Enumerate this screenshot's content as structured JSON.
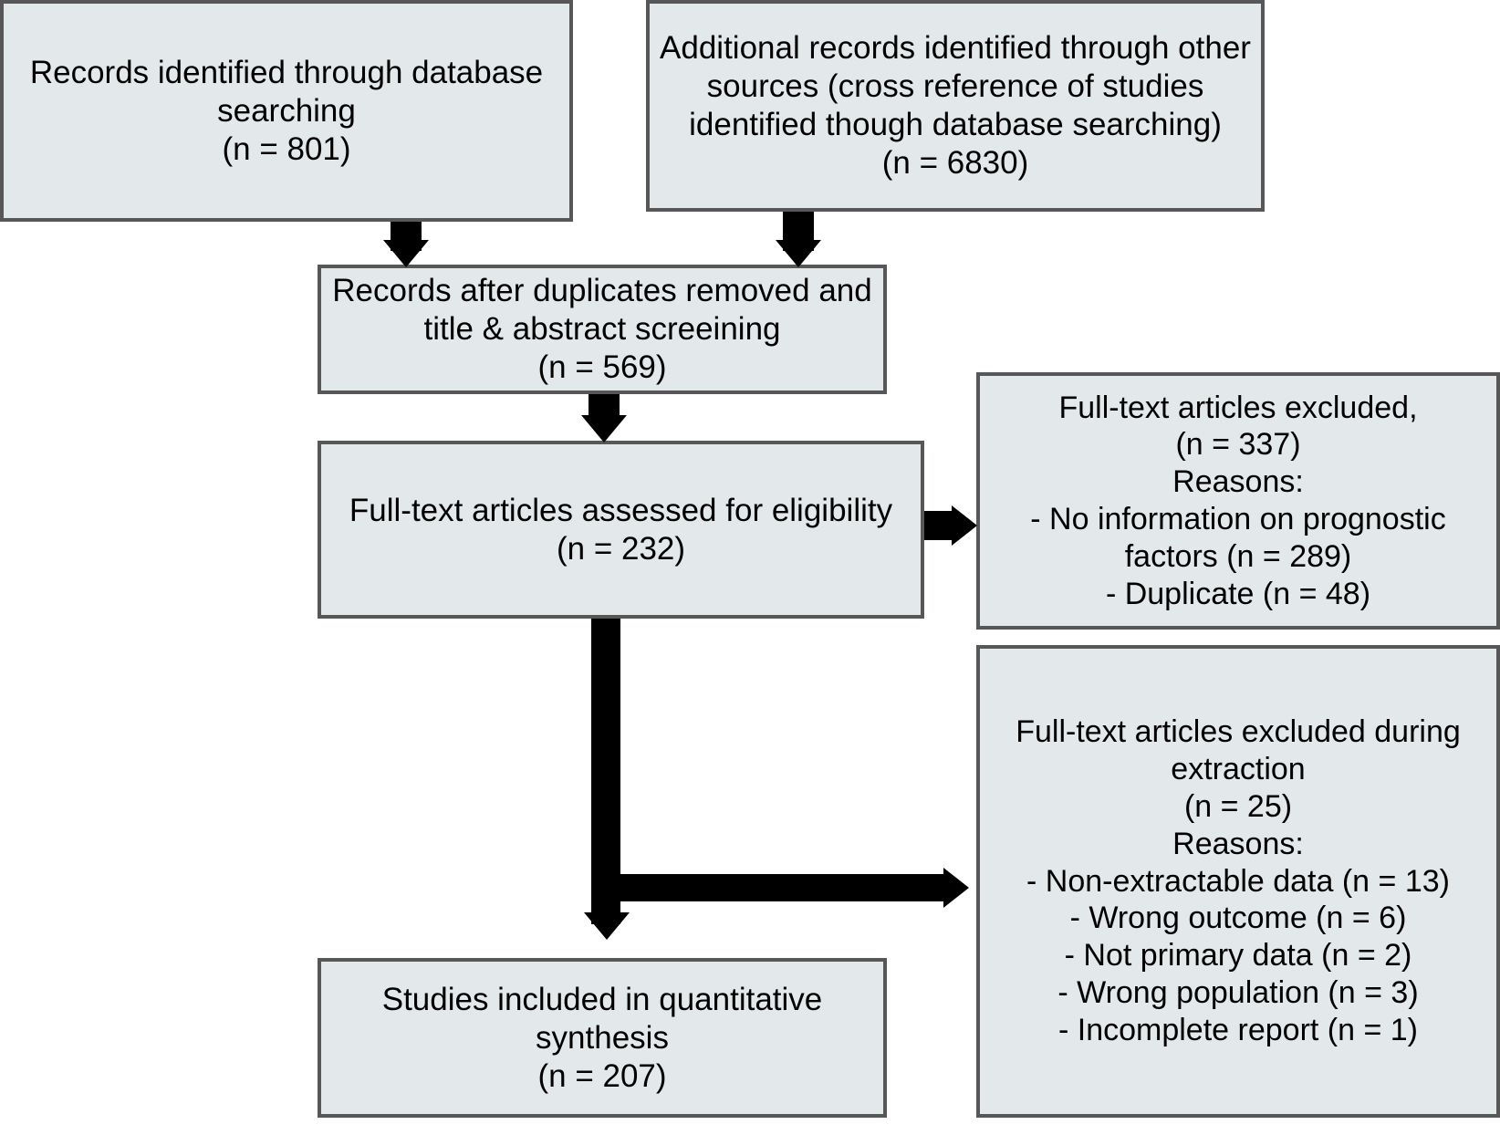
{
  "diagram": {
    "type": "prisma-flow-diagram",
    "colors": {
      "box_fill": "#e3e8ea",
      "box_border": "#575757",
      "arrow": "#000000",
      "background": "#ffffff",
      "text": "#000000"
    },
    "nodes": {
      "db_search": {
        "text": "Records identified through database searching\n(n = 801)",
        "count_label": "(n = 801)",
        "count": 801
      },
      "other_sources": {
        "text": "Additional records identified through other sources (cross reference of studies identified though database searching)\n(n = 6830)",
        "count_label": "(n = 6830)",
        "count": 6830
      },
      "after_duplicates": {
        "text": "Records after duplicates removed and title & abstract screeining\n(n = 569)",
        "count_label": "(n = 569)",
        "count": 569
      },
      "eligibility": {
        "text": "Full-text articles assessed for eligibility\n(n =  232)",
        "count_label": "(n =  232)",
        "count": 232
      },
      "excluded_1": {
        "text": "Full-text articles excluded,\n(n = 337)\nReasons:\n- No information on prognostic factors (n = 289)\n- Duplicate (n = 48)",
        "count_label": "(n = 337)",
        "count": 337,
        "reasons_heading": "Reasons:",
        "reasons": [
          {
            "label": "- No information on prognostic factors (n = 289)",
            "count": 289
          },
          {
            "label": "- Duplicate (n = 48)",
            "count": 48
          }
        ]
      },
      "excluded_2": {
        "text": "Full-text articles excluded during extraction\n(n = 25)\nReasons:\n- Non-extractable data (n = 13)\n- Wrong outcome (n = 6)\n- Not primary data (n = 2)\n- Wrong population (n = 3)\n- Incomplete report (n = 1)",
        "count_label": "(n = 25)",
        "count": 25,
        "reasons_heading": "Reasons:",
        "reasons": [
          {
            "label": "- Non-extractable data (n = 13)",
            "count": 13
          },
          {
            "label": "- Wrong outcome (n = 6)",
            "count": 6
          },
          {
            "label": "- Not primary data (n = 2)",
            "count": 2
          },
          {
            "label": "- Wrong population (n = 3)",
            "count": 3
          },
          {
            "label": "- Incomplete report (n = 1)",
            "count": 1
          }
        ]
      },
      "included": {
        "text": "Studies included in quantitative synthesis\n(n =  207)",
        "count_label": "(n =  207)",
        "count": 207
      }
    },
    "edges": [
      {
        "from": "db_search",
        "to": "after_duplicates",
        "direction": "down"
      },
      {
        "from": "other_sources",
        "to": "after_duplicates",
        "direction": "down"
      },
      {
        "from": "after_duplicates",
        "to": "eligibility",
        "direction": "down"
      },
      {
        "from": "eligibility",
        "to": "excluded_1",
        "direction": "right"
      },
      {
        "from": "eligibility",
        "to": "excluded_2",
        "direction": "right"
      },
      {
        "from": "eligibility",
        "to": "included",
        "direction": "down"
      }
    ]
  }
}
